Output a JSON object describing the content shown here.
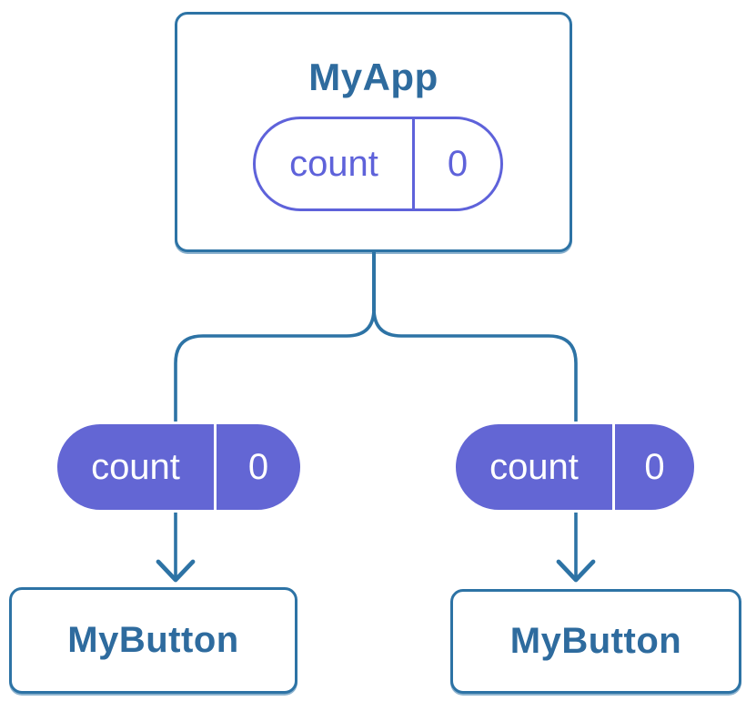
{
  "colors": {
    "node_border_blue": "#2d73a5",
    "node_text_blue": "#2e6b9e",
    "connector_blue": "#2d73a5",
    "pill_fill_purple": "#6366d4",
    "pill_outline_purple": "#5e62da",
    "node_background": "#ffffff",
    "pill_text_white": "#ffffff",
    "page_background": "#ffffff"
  },
  "diagram": {
    "type": "component-tree",
    "root": {
      "title": "MyApp",
      "state_key": "count",
      "state_value": "0"
    },
    "children": [
      {
        "title": "MyButton",
        "state_key": "count",
        "state_value": "0"
      },
      {
        "title": "MyButton",
        "state_key": "count",
        "state_value": "0"
      }
    ]
  }
}
